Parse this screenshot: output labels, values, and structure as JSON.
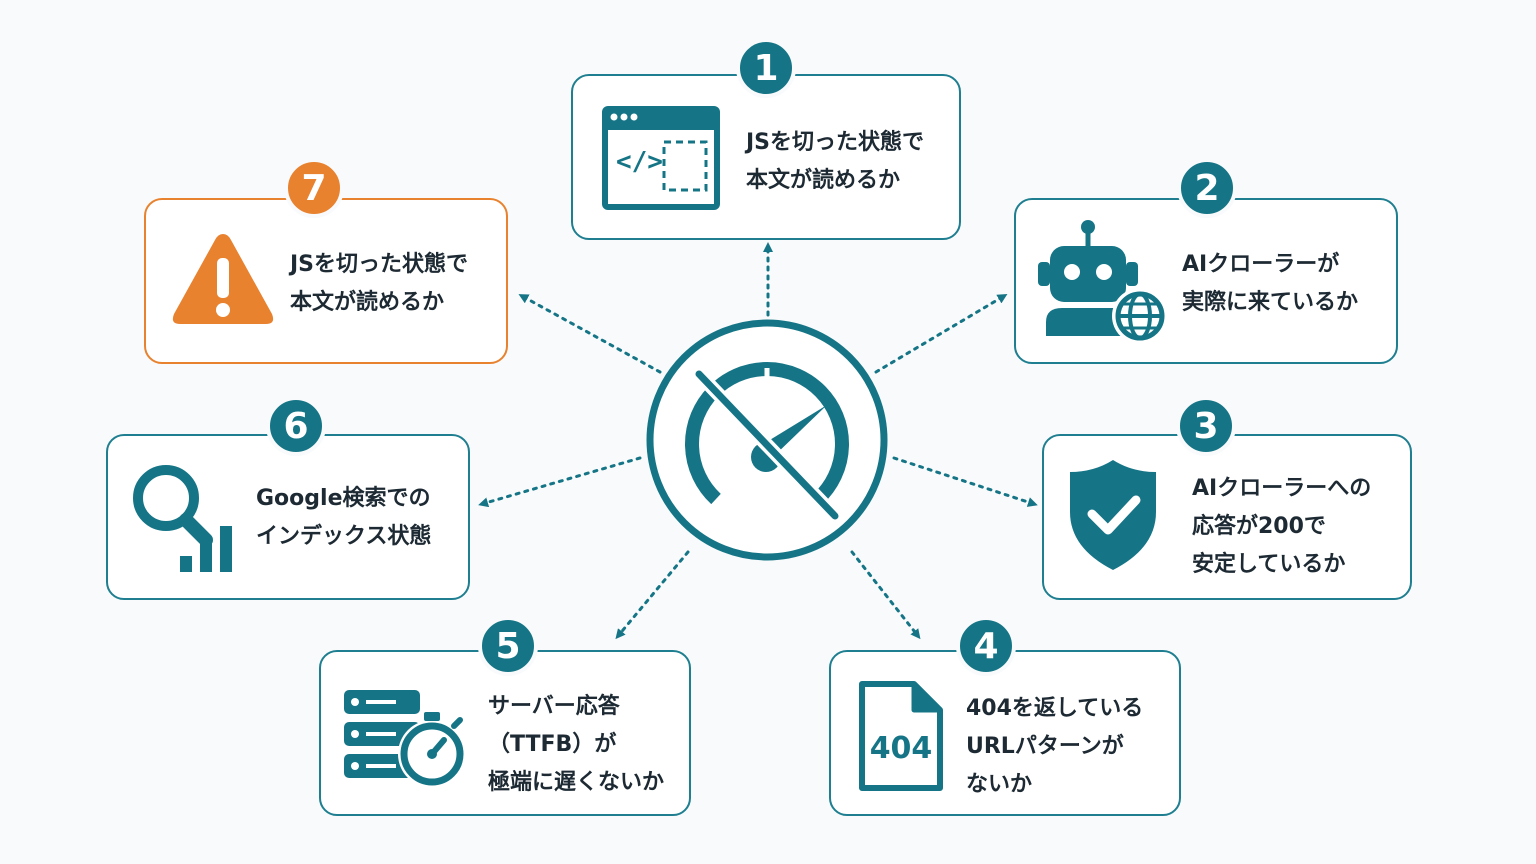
{
  "colors": {
    "teal": "#157586",
    "border": "#1f7f90",
    "orange": "#e8822f",
    "text": "#1d2a33",
    "background": "#f8fafb"
  },
  "center": {
    "icon": "no-speed-gauge-icon"
  },
  "cards": [
    {
      "number": "1",
      "lines": [
        "JSを切った状態で",
        "本文が読めるか"
      ],
      "icon": "browser-code-icon"
    },
    {
      "number": "2",
      "lines": [
        "AIクローラーが",
        "実際に来ているか"
      ],
      "icon": "robot-globe-icon"
    },
    {
      "number": "3",
      "lines": [
        "AIクローラーへの",
        "応答が200で",
        "安定しているか"
      ],
      "icon": "shield-check-icon"
    },
    {
      "number": "4",
      "lines": [
        "404を返している",
        "URLパターンが",
        "ないか"
      ],
      "icon": "file-404-icon",
      "icon_text": "404"
    },
    {
      "number": "5",
      "lines": [
        "サーバー応答",
        "（TTFB）が",
        "極端に遅くないか"
      ],
      "icon": "server-stopwatch-icon"
    },
    {
      "number": "6",
      "lines": [
        "Google検索での",
        "インデックス状態"
      ],
      "icon": "search-bars-icon"
    },
    {
      "number": "7",
      "lines": [
        "JSを切った状態で",
        "本文が読めるか"
      ],
      "icon": "warning-icon"
    }
  ]
}
